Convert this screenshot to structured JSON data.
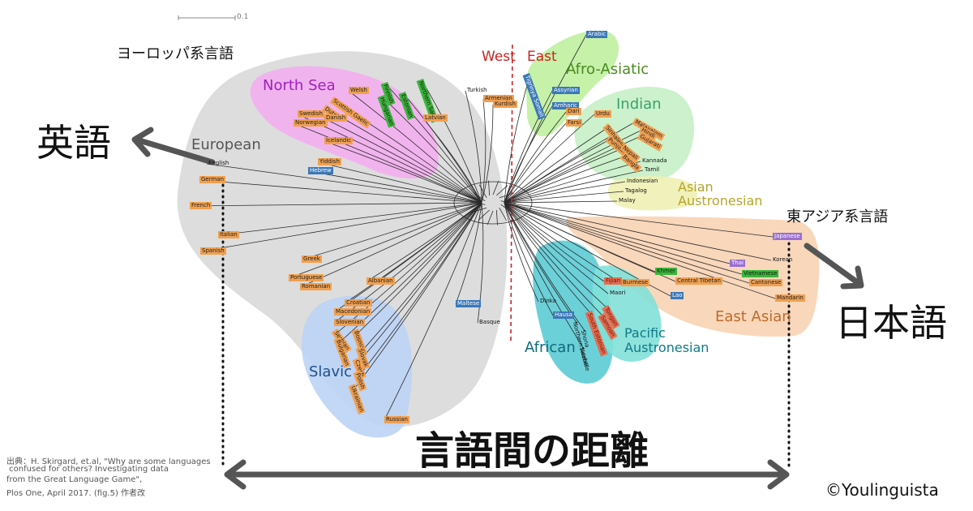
{
  "scale_bar": {
    "label": "0.1"
  },
  "annotations": {
    "europe_family": "ヨーロッパ系言語",
    "eastasia_family": "東アジア系言語",
    "english_jp": "英語",
    "japanese_jp": "日本語",
    "distance": "言語間の距離",
    "credit": "©Youlinguista",
    "source_lines": [
      "出典：H. Skirgard, et.al, \"Why are some languages",
      " confused for others? Investigating data",
      "from the Great Language Game\",",
      "Plos One, April 2017. (fig.5) 作者改"
    ]
  },
  "divider": {
    "west": "West",
    "east": "East"
  },
  "colors": {
    "european": "#d9d9d9",
    "north_sea": "#f3aef0",
    "slavic": "#bcd3f5",
    "afro_asiatic": "#bff0a0",
    "indian": "#c6f0c6",
    "asian_austronesian": "#f0f0b4",
    "east_asian": "#f8d3b4",
    "african": "#52c8d2",
    "pacific_austronesian": "#82e0d8",
    "arrow": "#555555",
    "divider": "#cc2222"
  },
  "groups": {
    "european": "European",
    "north_sea": "North Sea",
    "slavic": "Slavic",
    "afro_asiatic": "Afro-Asiatic",
    "indian": "Indian",
    "asian_austronesian": "Asian\nAustronesian",
    "east_asian": "East Asian",
    "african": "African",
    "pacific_austronesian": "Pacific\nAustronesian"
  },
  "languages": [
    {
      "name": "English",
      "style": "n"
    },
    {
      "name": "German",
      "style": "o"
    },
    {
      "name": "French",
      "style": "o"
    },
    {
      "name": "Italian",
      "style": "o"
    },
    {
      "name": "Spanish",
      "style": "o"
    },
    {
      "name": "Greek",
      "style": "o"
    },
    {
      "name": "Portuguese",
      "style": "o"
    },
    {
      "name": "Romanian",
      "style": "o"
    },
    {
      "name": "Albanian",
      "style": "o"
    },
    {
      "name": "Welsh",
      "style": "o"
    },
    {
      "name": "Scottish Gaelic",
      "style": "o"
    },
    {
      "name": "Dutch",
      "style": "o"
    },
    {
      "name": "Danish",
      "style": "o"
    },
    {
      "name": "Swedish",
      "style": "o"
    },
    {
      "name": "Norwegian",
      "style": "o"
    },
    {
      "name": "Icelandic",
      "style": "o"
    },
    {
      "name": "Finnish",
      "style": "g"
    },
    {
      "name": "Hungarian",
      "style": "g"
    },
    {
      "name": "Estonian",
      "style": "g"
    },
    {
      "name": "Northern Sami",
      "style": "g"
    },
    {
      "name": "Latvian",
      "style": "o"
    },
    {
      "name": "Yiddish",
      "style": "o"
    },
    {
      "name": "Hebrew",
      "style": "b"
    },
    {
      "name": "Croatian",
      "style": "o"
    },
    {
      "name": "Macedonian",
      "style": "o"
    },
    {
      "name": "Slovenian",
      "style": "o"
    },
    {
      "name": "Serbian",
      "style": "o"
    },
    {
      "name": "Bosnian",
      "style": "o"
    },
    {
      "name": "Bulgarian",
      "style": "o"
    },
    {
      "name": "Slovak",
      "style": "o"
    },
    {
      "name": "Czech",
      "style": "o"
    },
    {
      "name": "Polish",
      "style": "o"
    },
    {
      "name": "Ukrainian",
      "style": "o"
    },
    {
      "name": "Russian",
      "style": "o"
    },
    {
      "name": "Maltese",
      "style": "b"
    },
    {
      "name": "Basque",
      "style": "n"
    },
    {
      "name": "Turkish",
      "style": "n"
    },
    {
      "name": "Armenian",
      "style": "o"
    },
    {
      "name": "Kurdish",
      "style": "o"
    },
    {
      "name": "Arabic",
      "style": "b"
    },
    {
      "name": "Tigrinya Somali",
      "style": "b"
    },
    {
      "name": "Assyrian",
      "style": "b"
    },
    {
      "name": "Amharic",
      "style": "b"
    },
    {
      "name": "Dari",
      "style": "o"
    },
    {
      "name": "Farsi",
      "style": "o"
    },
    {
      "name": "Urdu",
      "style": "o"
    },
    {
      "name": "Sinhalese",
      "style": "o"
    },
    {
      "name": "Punjabi",
      "style": "o"
    },
    {
      "name": "Malayalam",
      "style": "o"
    },
    {
      "name": "Hindi",
      "style": "o"
    },
    {
      "name": "Gujarati",
      "style": "o"
    },
    {
      "name": "Nepali",
      "style": "o"
    },
    {
      "name": "Bangla",
      "style": "o"
    },
    {
      "name": "Kannada",
      "style": "n"
    },
    {
      "name": "Tamil",
      "style": "n"
    },
    {
      "name": "Indonesian",
      "style": "n"
    },
    {
      "name": "Tagalog",
      "style": "n"
    },
    {
      "name": "Malay",
      "style": "n"
    },
    {
      "name": "Japanese",
      "style": "p"
    },
    {
      "name": "Korean",
      "style": "n"
    },
    {
      "name": "Thai",
      "style": "p"
    },
    {
      "name": "Khmer",
      "style": "g"
    },
    {
      "name": "Central Tibetan",
      "style": "o"
    },
    {
      "name": "Vietnamese",
      "style": "g"
    },
    {
      "name": "Cantonese",
      "style": "o"
    },
    {
      "name": "Burmese",
      "style": "o"
    },
    {
      "name": "Mandarin",
      "style": "o"
    },
    {
      "name": "Lao",
      "style": "b"
    },
    {
      "name": "Fijian",
      "style": "r"
    },
    {
      "name": "Maori",
      "style": "n"
    },
    {
      "name": "Dinka",
      "style": "n"
    },
    {
      "name": "Hausa",
      "style": "b"
    },
    {
      "name": "Tongan",
      "style": "r"
    },
    {
      "name": "Samoan",
      "style": "r"
    },
    {
      "name": "South Estonian",
      "style": "r"
    },
    {
      "name": "Northern Ndebele",
      "style": "n"
    },
    {
      "name": "Shona",
      "style": "n"
    },
    {
      "name": "Swahili",
      "style": "n"
    }
  ]
}
